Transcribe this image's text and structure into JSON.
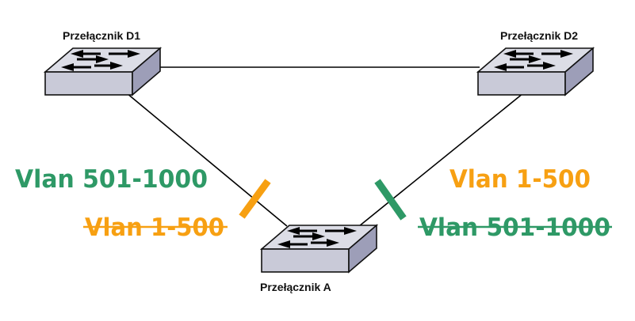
{
  "switches": {
    "d1": {
      "label": "Przełącznik D1"
    },
    "d2": {
      "label": "Przełącznik D2"
    },
    "a": {
      "label": "Przełącznik A"
    }
  },
  "vlans": {
    "left_allowed": {
      "text": "Vlan 501-1000",
      "color": "#2e9966",
      "blocked": false
    },
    "left_blocked": {
      "text": "Vlan 1-500",
      "color": "#f7a012",
      "blocked": true
    },
    "right_allowed": {
      "text": "Vlan 1-500",
      "color": "#f7a012",
      "blocked": false
    },
    "right_blocked": {
      "text": "Vlan 501-1000",
      "color": "#2e9966",
      "blocked": true
    }
  },
  "colors": {
    "switch_top": "#dcdde6",
    "switch_front": "#c9cad8",
    "switch_side": "#9d9eb8",
    "link": "#000000",
    "orange": "#f7a012",
    "green": "#2e9966"
  },
  "icons": {
    "switch": "network-switch-icon",
    "block_marker": "port-block-bar"
  }
}
